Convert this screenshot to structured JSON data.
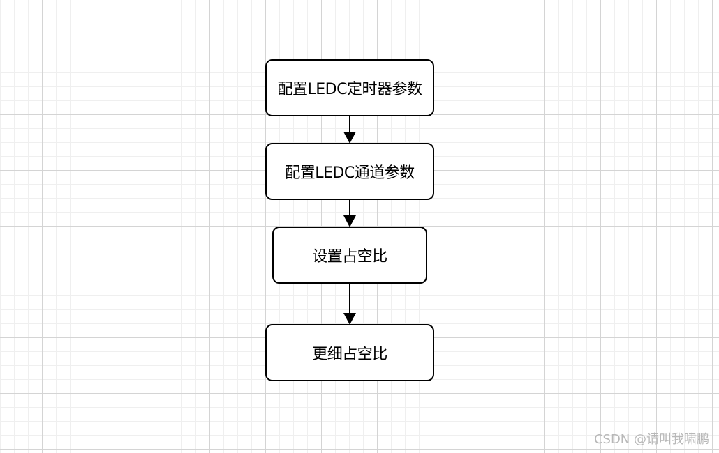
{
  "diagram": {
    "nodes": [
      {
        "id": "n1",
        "label": "配置LEDC定时器参数"
      },
      {
        "id": "n2",
        "label": "配置LEDC通道参数"
      },
      {
        "id": "n3",
        "label": "设置占空比"
      },
      {
        "id": "n4",
        "label": "更细占空比"
      }
    ],
    "edges": [
      {
        "from": "n1",
        "to": "n2"
      },
      {
        "from": "n2",
        "to": "n3"
      },
      {
        "from": "n3",
        "to": "n4"
      }
    ]
  },
  "watermark": "CSDN @请叫我啸鹏",
  "colors": {
    "background": "#ffffff",
    "grid_major": "#d4d4d4",
    "grid_minor": "#efefef",
    "stroke": "#000000",
    "watermark": "#b8b8b8"
  }
}
